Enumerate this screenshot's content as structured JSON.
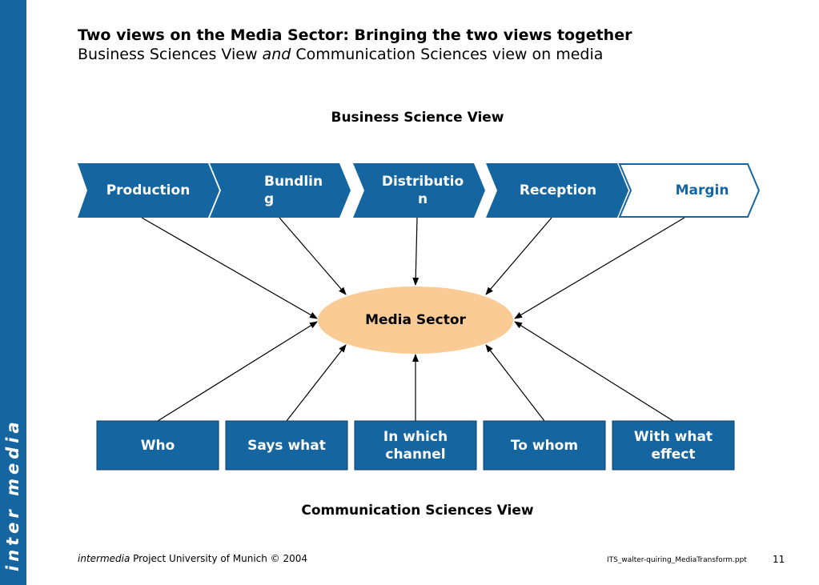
{
  "header": {
    "title": "Two views on the Media Sector: Bringing the two views together",
    "subtitle_part1": "Business Sciences View ",
    "subtitle_italic": "and",
    "subtitle_part2": " Communication Sciences view on media"
  },
  "diagram": {
    "top_heading": "Business Science View",
    "bottom_heading": "Communication Sciences View",
    "center": "Media Sector",
    "value_chain": [
      "Production",
      "Bundlin\ng",
      "Distributio\nn",
      "Reception",
      "Margin"
    ],
    "lasswell": [
      "Who",
      "Says what",
      "In which\nchannel",
      "To whom",
      "With what\neffect"
    ]
  },
  "footer": {
    "brand": "intermedia",
    "text": " Project University of Munich © 2004",
    "file": "ITS_walter-quiring_MediaTransform.ppt",
    "page": "11"
  },
  "sidebar": {
    "logo": "inter media"
  },
  "colors": {
    "primary": "#1565a0",
    "ellipse": "#fbcb96",
    "sidebar": "#1565a0"
  }
}
